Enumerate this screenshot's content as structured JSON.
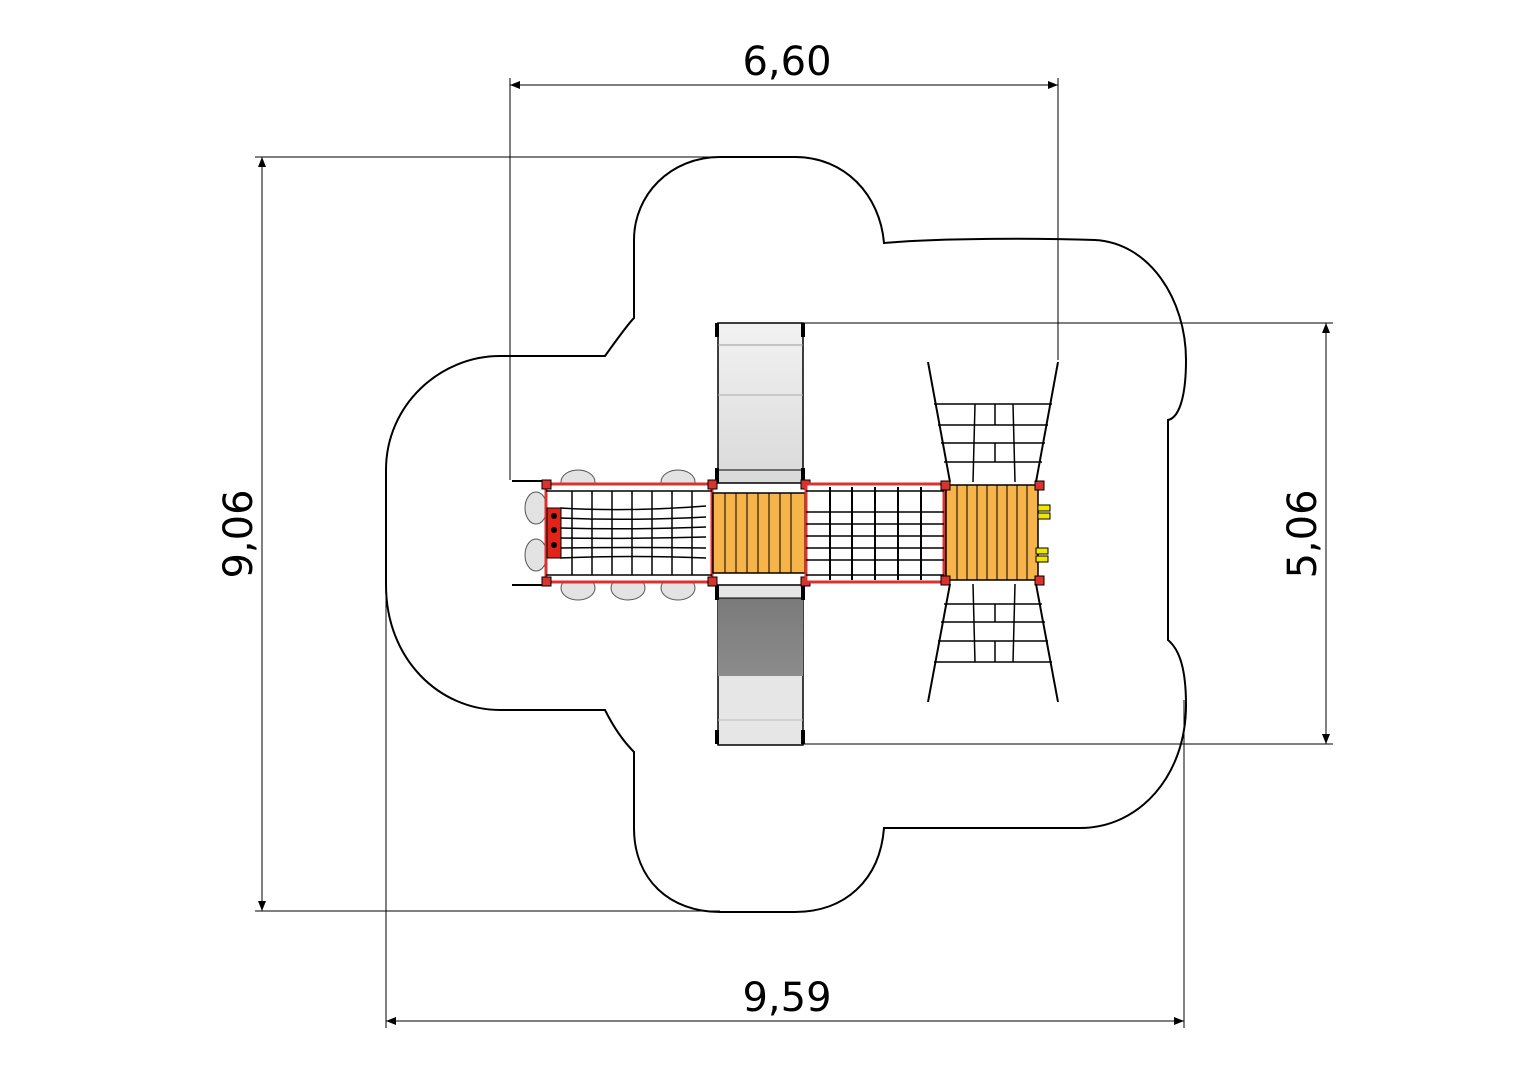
{
  "dimensions": {
    "top_width": "6,60",
    "bottom_width": "9,59",
    "left_height": "9,06",
    "right_height": "5,06"
  },
  "colors": {
    "line": "#000000",
    "frame_red": "#d8332f",
    "deck_wood": "#f6b44a",
    "slide_light": "#e6e6e6",
    "slide_dark": "#808080",
    "sign_red": "#e2231a",
    "accent_yellow": "#f2e600"
  }
}
